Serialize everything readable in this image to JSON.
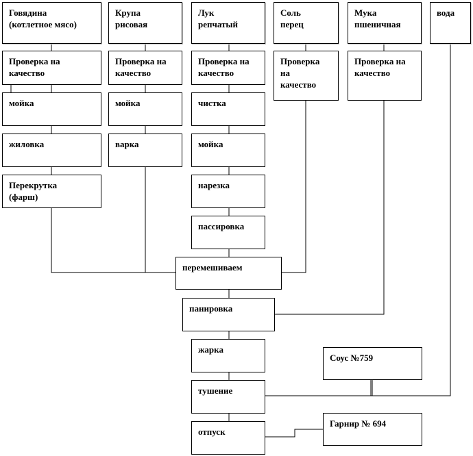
{
  "ingredients": [
    {
      "id": "beef",
      "label": "Говядина\n(котлетное мясо)"
    },
    {
      "id": "rice",
      "label": "Крупа\nрисовая"
    },
    {
      "id": "onion",
      "label": "Лук\nрепчатый"
    },
    {
      "id": "salt",
      "label": "Соль\nперец"
    },
    {
      "id": "flour",
      "label": "Мука\nпшеничная"
    },
    {
      "id": "water",
      "label": "вода"
    }
  ],
  "steps": {
    "beef": [
      "Проверка на\nкачество",
      "мойка",
      "жиловка",
      "Перекрутка\n(фарш)"
    ],
    "rice": [
      "Проверка на\nкачество",
      "мойка",
      "варка"
    ],
    "onion": [
      "Проверка на\nкачество",
      "чистка",
      "мойка",
      "нарезка",
      "пассировка"
    ],
    "salt": [
      "Проверка\nна\nкачество"
    ],
    "flour": [
      "Проверка на\nкачество"
    ]
  },
  "main_flow": [
    "перемешиваем",
    "панировка",
    "жарка",
    "тушение",
    "отпуск"
  ],
  "sauce": "Соус №759",
  "garnish": "Гарнир № 694"
}
